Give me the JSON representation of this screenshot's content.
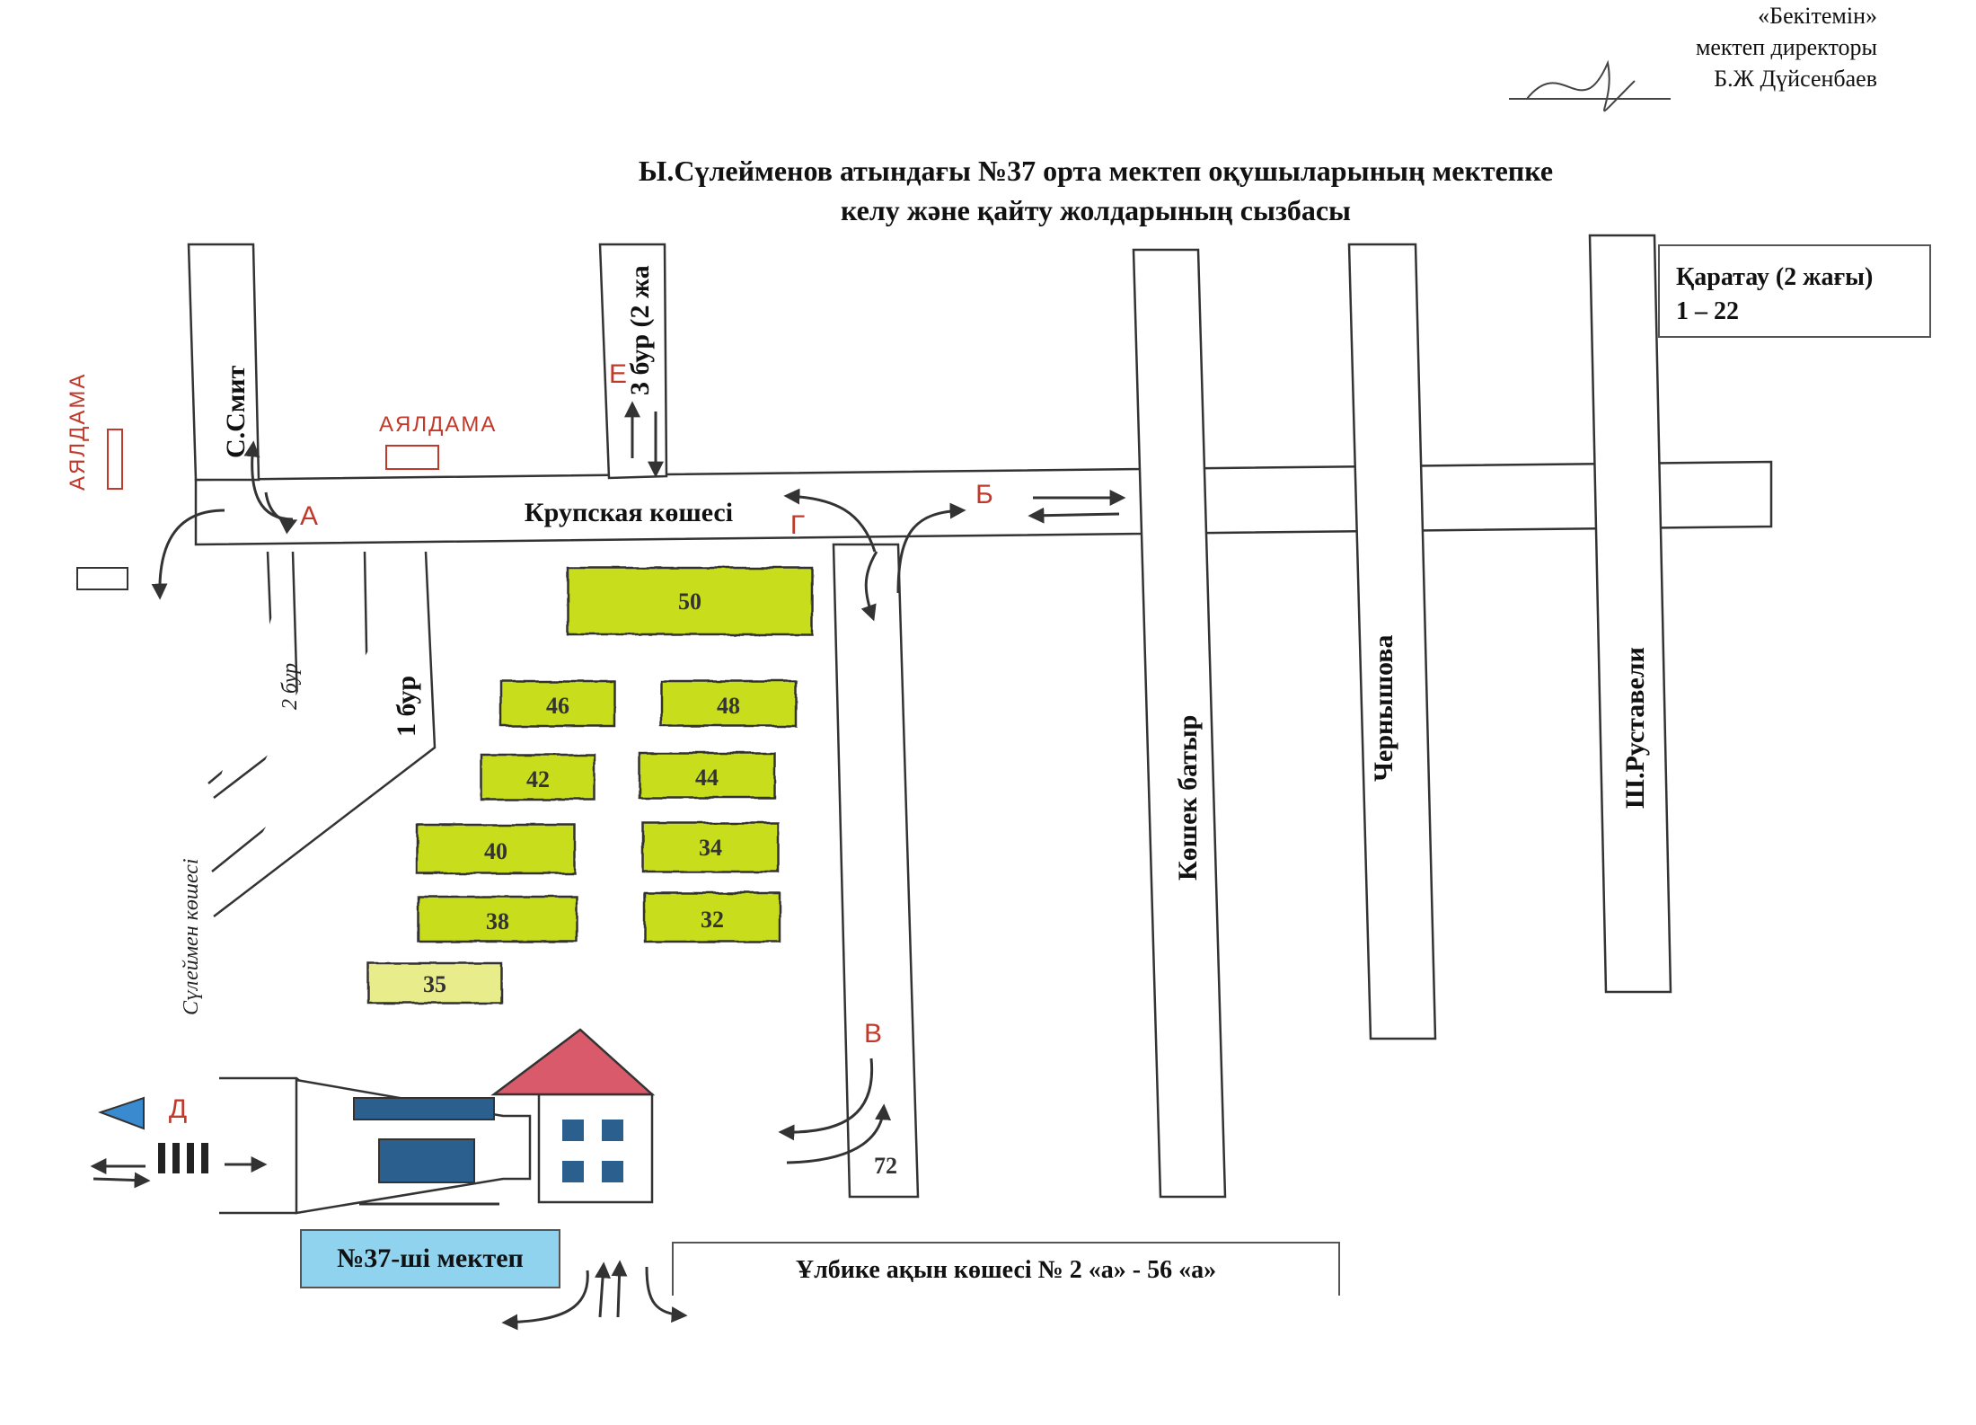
{
  "approval": {
    "line1": "«Бекітемін»",
    "line2": "мектеп директоры",
    "line3": "Б.Ж Дүйсенбаев"
  },
  "title": {
    "line1": "Ы.Сүлейменов атындағы №37 орта мектеп оқушыларының мектепке",
    "line2": "келу және қайту жолдарының сызбасы"
  },
  "streets": {
    "krupskaya": "Крупская көшесі",
    "smit": "С.Смит",
    "bur3": "3 бур (2 жа",
    "bur2": "2 бур",
    "bur1": "1 бур",
    "suleimen": "Сүлеймен көшесі",
    "koshek": "Көшек батыр",
    "chernyshova": "Чернышова",
    "rustav": "Ш.Руставели",
    "karatau_name": "Қаратау (2 жағы)",
    "karatau_range": "1 – 22",
    "ulbike": "Ұлбике ақын көшесі № 2 «а» - 56 «а»"
  },
  "markers": {
    "crossing": "АЯЛДАМА",
    "A": "А",
    "B": "Б",
    "V": "В",
    "D": "Д",
    "E": "Е",
    "G": "Г"
  },
  "buildings": [
    "50",
    "46",
    "48",
    "42",
    "44",
    "40",
    "34",
    "38",
    "32",
    "35",
    "72"
  ],
  "school": {
    "label": "№37-ші мектеп"
  },
  "colors": {
    "building_fill": "#c8dd1f",
    "school_roof": "#d95a6a",
    "school_bar": "#2b5f8e",
    "school_label_bg": "#8fd3ee",
    "marker_red": "#c0392b"
  }
}
